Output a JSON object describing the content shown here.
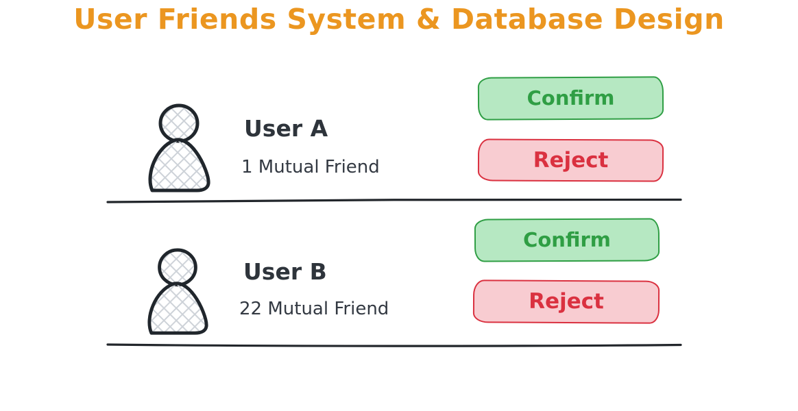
{
  "title": "User Friends System & Database Design",
  "colors": {
    "title_orange": "#EB9620",
    "body_text": "#2E343B",
    "confirm_fill": "#B6E8C2",
    "confirm_stroke": "#2F9E44",
    "reject_fill": "#F8CCD1",
    "reject_stroke": "#DA3140",
    "divider": "#22262B",
    "avatar_outline": "#20262C",
    "avatar_crosshatch": "#CDD2D8"
  },
  "icons": {
    "avatar": "person-icon"
  },
  "rows": [
    {
      "name": "User A",
      "mutual_friends": "1 Mutual Friend",
      "confirm_label": "Confirm",
      "reject_label": "Reject"
    },
    {
      "name": "User B",
      "mutual_friends": "22 Mutual Friend",
      "confirm_label": "Confirm",
      "reject_label": "Reject"
    }
  ]
}
